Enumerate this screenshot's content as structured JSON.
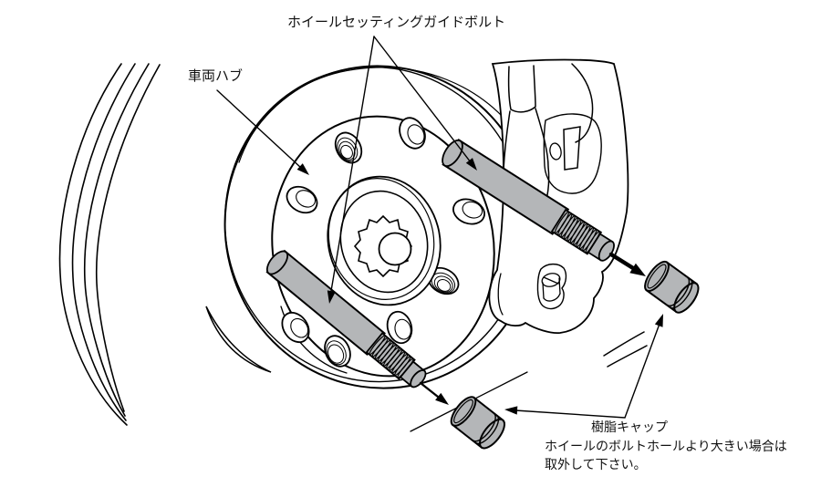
{
  "diagram": {
    "guide_bolt_label": "ホイールセッティングガイドボルト",
    "hub_label": "車両ハブ",
    "resin_cap_label": "樹脂キャップ",
    "resin_cap_note_line1": "ホイールのボルトホールより大きい場合は",
    "resin_cap_note_line2": "取外して下さい。"
  },
  "colors": {
    "background": "#ffffff",
    "line": "#000000",
    "metal_gray": "#b4b6b8"
  }
}
